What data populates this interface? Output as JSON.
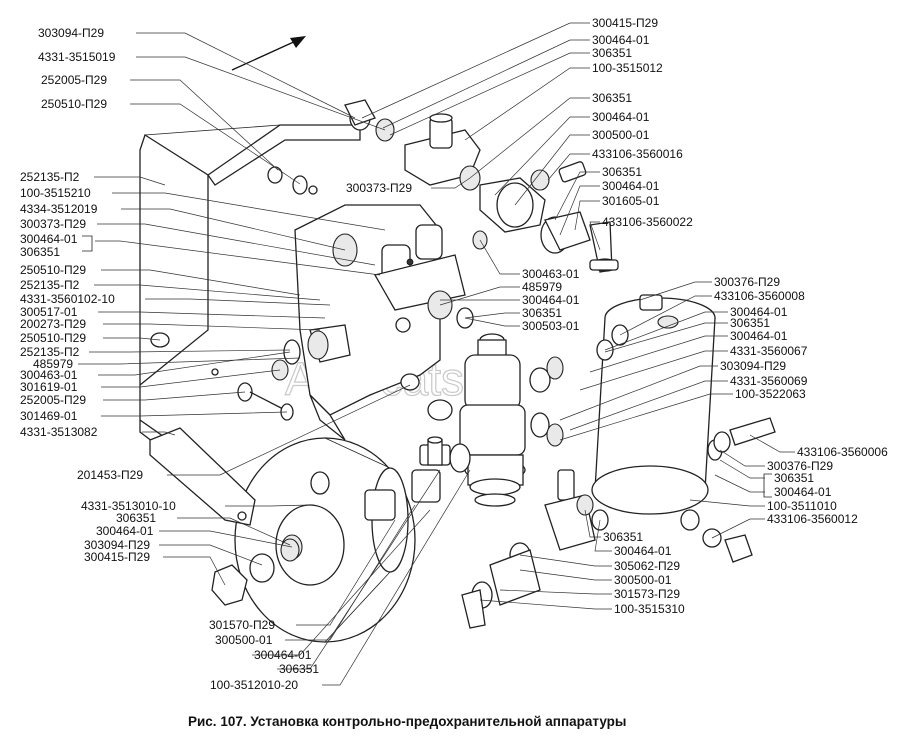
{
  "watermark": "Autocats",
  "caption": "Рис. 107. Установка контрольно-предохранительной аппаратуры",
  "labels_left": [
    "303094-П29",
    "4331-3515019",
    "252005-П29",
    "250510-П29",
    "252135-П2",
    "100-3515210",
    "4334-3512019",
    "300373-П29",
    "300464-01",
    "306351",
    "250510-П29",
    "252135-П2",
    "4331-3560102-10",
    "300517-01",
    "200273-П29",
    "250510-П29",
    "252135-П2",
    "485979",
    "300463-01",
    "301619-01",
    "252005-П29",
    "301469-01",
    "4331-3513082",
    "201453-П29",
    "4331-3513010-10",
    "306351",
    "300464-01",
    "303094-П29",
    "300415-П29"
  ],
  "labels_center": [
    "300373-П29",
    "300463-01",
    "485979",
    "300464-01",
    "306351",
    "300503-01"
  ],
  "labels_right": [
    "300415-П29",
    "300464-01",
    "306351",
    "100-3515012",
    "306351",
    "300464-01",
    "300500-01",
    "433106-3560016",
    "306351",
    "300464-01",
    "301605-01",
    "433106-3560022",
    "300376-П29",
    "433106-3560008",
    "300464-01",
    "306351",
    "300464-01",
    "4331-3560067",
    "303094-П29",
    "4331-3560069",
    "100-3522063",
    "433106-3560006",
    "300376-П29",
    "306351",
    "300464-01",
    "100-3511010",
    "433106-3560012"
  ],
  "labels_bottom": [
    "306351",
    "300464-01",
    "305062-П29",
    "300500-01",
    "301573-П29",
    "100-3515310",
    "301570-П29",
    "300500-01",
    "300464-01",
    "306351",
    "100-3512010-20"
  ]
}
